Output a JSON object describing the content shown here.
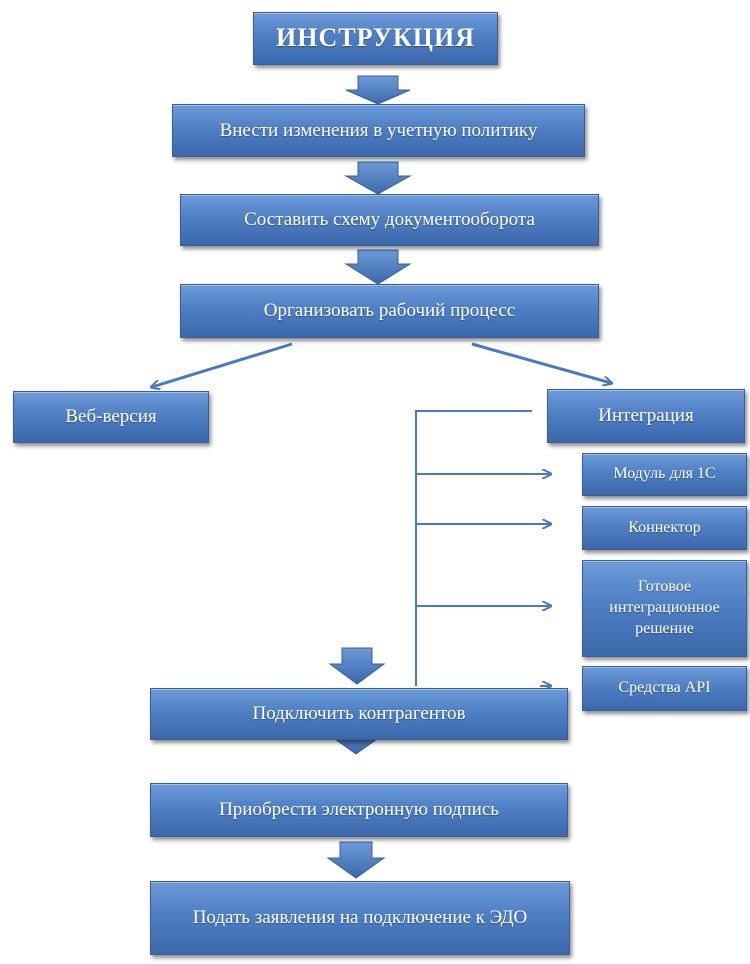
{
  "diagram": {
    "title": "ИНСТРУКЦИЯ",
    "steps": [
      "Внести изменения в учетную политику",
      "Составить схему документооборота",
      "Организовать рабочий процесс"
    ],
    "branches": {
      "web": "Веб-версия",
      "integration": "Интеграция"
    },
    "integration_options": [
      "Модуль для 1С",
      "Коннектор",
      "Готовое интеграционное решение",
      "Средства API"
    ],
    "final_steps": [
      "Подключить контрагентов",
      "Приобрести электронную подпись",
      "Подать заявления на подключение к ЭДО"
    ],
    "colors": {
      "box": "#4f7fc4",
      "arrow": "#4a7bc0",
      "text": "#ffffff"
    }
  }
}
